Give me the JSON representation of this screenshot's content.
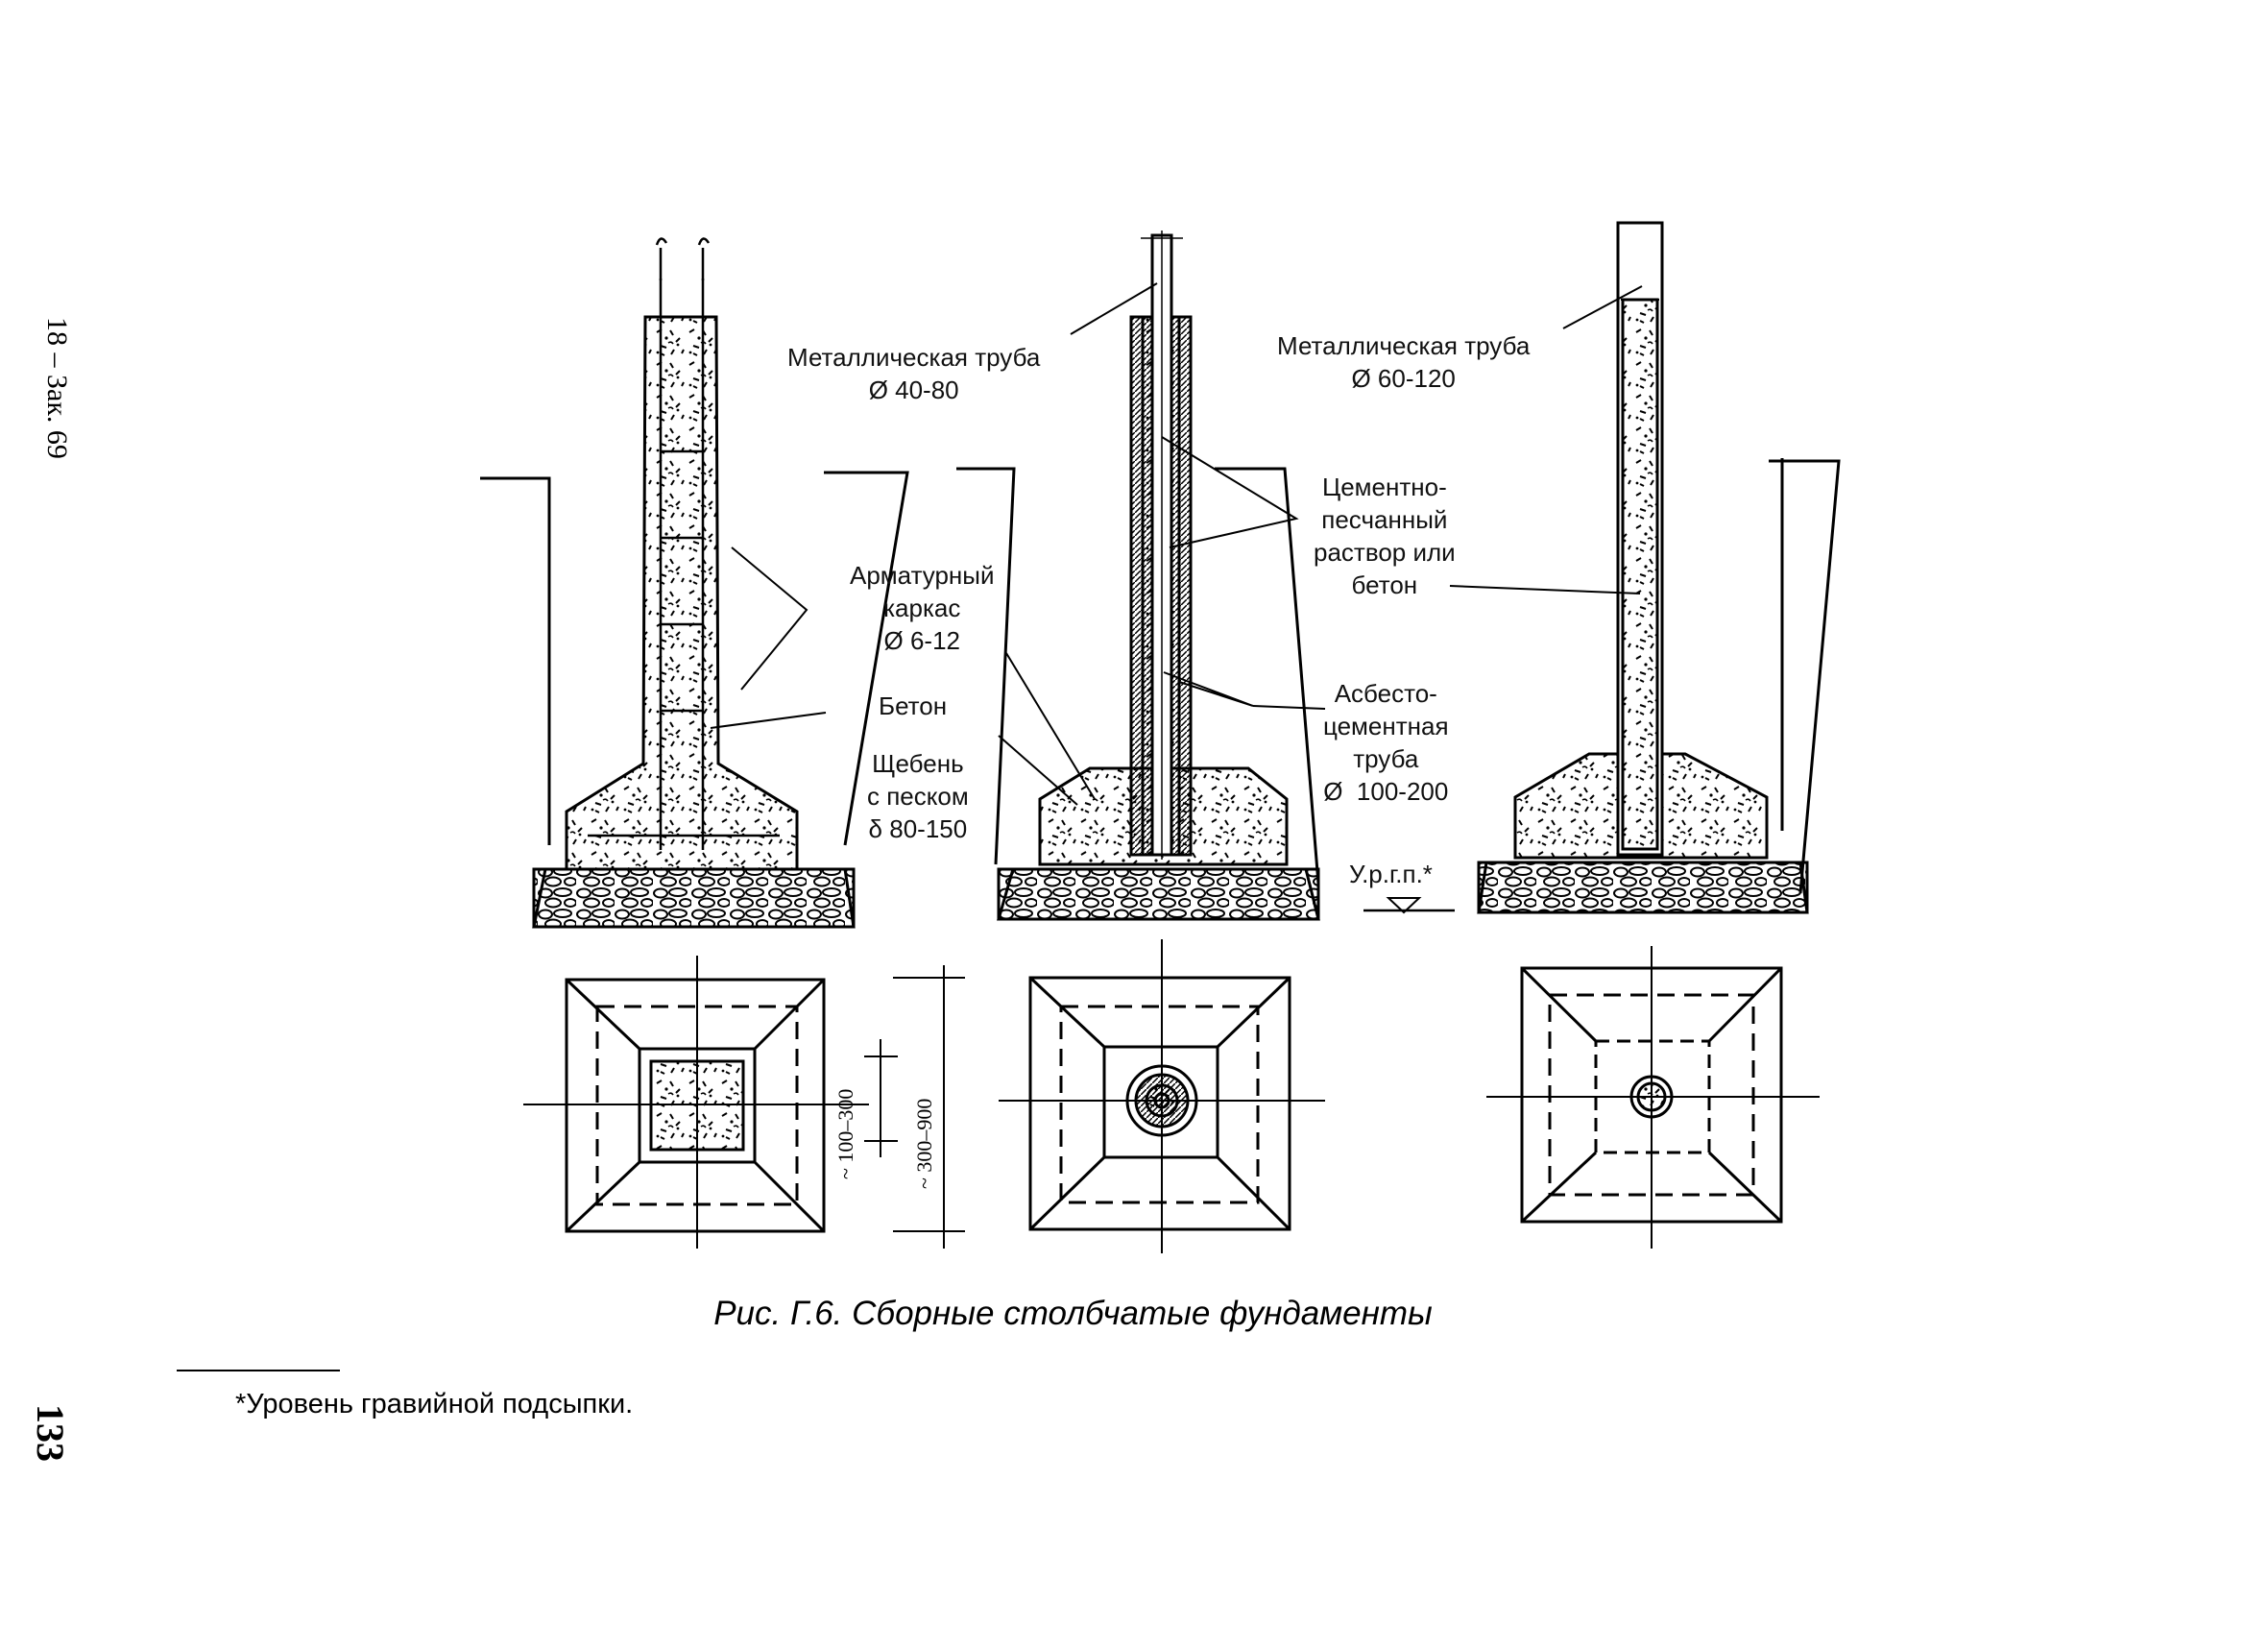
{
  "side_text": {
    "sheet_code": "18 – Зак. 69",
    "page_number": "133"
  },
  "labels": {
    "metal_pipe_1": "Металлическая труба\nØ 40-80",
    "metal_pipe_2": "Металлическая труба\nØ 60-120",
    "rebar_cage": "Арматурный\nкаркас\nØ 6-12",
    "concrete": "Бетон",
    "gravel": "Щебень\nс песком\nδ 80-150",
    "mortar": "Цементно-\nпесчанный\nраствор или\nбетон",
    "asbestos_pipe": "Асбесто-\nцементная\nтруба\nØ  100-200",
    "gravel_level": "У.р.г.п.*"
  },
  "dimensions": {
    "inner_size": "~ 100–300",
    "outer_size": "~ 300–900"
  },
  "caption": "Рис. Г.6. Сборные столбчатые фундаменты",
  "footnote": "*Уровень гравийной подсыпки."
}
